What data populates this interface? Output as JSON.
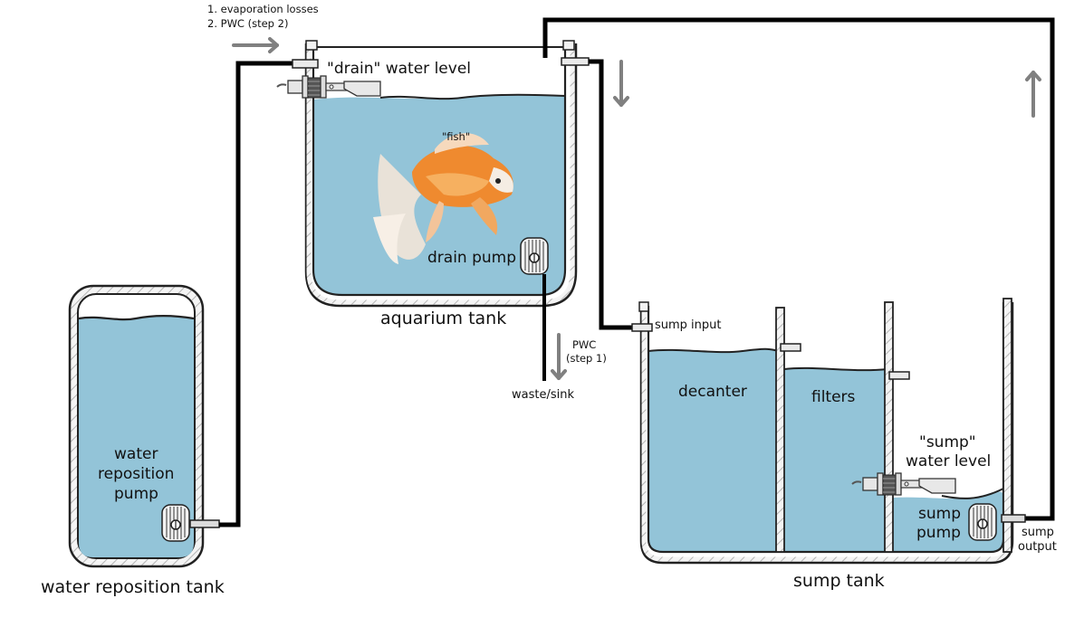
{
  "diagram": {
    "title": "Aquarium sump and water change system",
    "colors": {
      "water": "#93c4d8",
      "pipe": "#000000",
      "flow_arrow": "#808080",
      "tank_wall": "#2a2a2a",
      "fish_orange": "#ef8a2f"
    },
    "tanks": {
      "aquarium": {
        "label": "aquarium tank",
        "fish_label": "\"fish\"",
        "pump_label": "drain pump",
        "level_sensor_label": "\"drain\" water level"
      },
      "reposition": {
        "label": "water reposition tank",
        "pump_label_lines": [
          "water",
          "reposition",
          "pump"
        ]
      },
      "sump": {
        "label": "sump tank",
        "input_label": "sump input",
        "chambers": [
          "decanter",
          "filters"
        ],
        "level_sensor_label_lines": [
          "\"sump\"",
          "water level"
        ],
        "pump_label_lines": [
          "sump",
          "pump"
        ],
        "output_label_lines": [
          "sump",
          "output"
        ]
      }
    },
    "flows": {
      "inflow_notes": [
        "1. evaporation losses",
        "2. PWC (step 2)"
      ],
      "drain_note_lines": [
        "PWC",
        "(step 1)"
      ],
      "drain_destination": "waste/sink"
    },
    "icons": [
      "float-switch-icon",
      "submersible-pump-icon",
      "fish-icon",
      "flow-arrow-icon"
    ]
  }
}
